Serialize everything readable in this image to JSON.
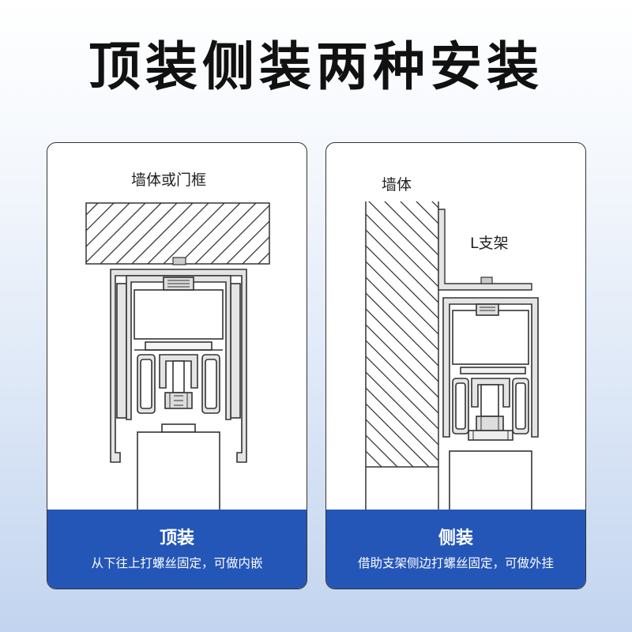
{
  "page": {
    "title": "顶装侧装两种安装"
  },
  "left_panel": {
    "wall_label": "墙体或门框",
    "footer_title": "顶装",
    "footer_desc": "从下往上打螺丝固定，可做内嵌"
  },
  "right_panel": {
    "wall_label": "墙体",
    "bracket_label": "L支架",
    "footer_title": "侧装",
    "footer_desc": "借助支架侧边打螺丝固定，可做外挂"
  },
  "colors": {
    "footer_bg": "#2456b8",
    "line": "#333333",
    "profile_fill": "#e4e4e4",
    "roller_fill": "#e6e6e6"
  }
}
